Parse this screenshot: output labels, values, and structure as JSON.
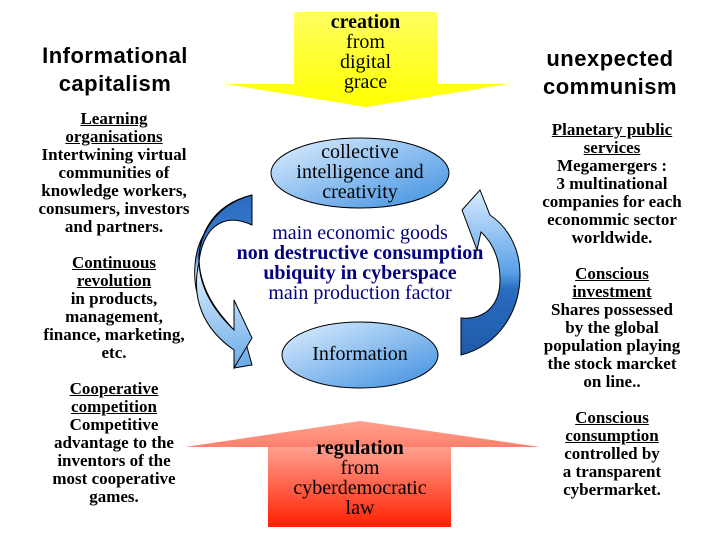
{
  "left": {
    "title": [
      "Informational",
      "capitalism"
    ],
    "blocks": [
      {
        "heading": [
          "Learning",
          "organisations"
        ],
        "body": [
          "Intertwining virtual",
          "communities of",
          "knowledge workers,",
          "consumers, investors",
          "and partners."
        ]
      },
      {
        "heading": [
          "Continuous",
          "revolution"
        ],
        "body": [
          "in products,",
          "management,",
          "finance, marketing,",
          "etc."
        ]
      },
      {
        "heading": [
          "Cooperative",
          "competition"
        ],
        "body": [
          "Competitive",
          "advantage to the",
          "inventors of the",
          "most cooperative",
          "games."
        ]
      }
    ]
  },
  "right": {
    "title": [
      "unexpected",
      "communism"
    ],
    "blocks": [
      {
        "heading": [
          "Planetary public",
          "services"
        ],
        "body": [
          "Megamergers :",
          "3 multinational",
          "companies for each",
          "econommic sector",
          "worldwide."
        ]
      },
      {
        "heading": [
          "Conscious",
          "investment"
        ],
        "body": [
          "Shares possessed",
          "by the global",
          "population playing",
          "the stock marcket",
          "on line.."
        ]
      },
      {
        "heading": [
          "Conscious",
          "consumption"
        ],
        "body": [
          "controlled by",
          "a transparent",
          "cybermarket."
        ]
      }
    ]
  },
  "top_arrow": {
    "lines": [
      "creation",
      "from",
      "digital",
      "grace"
    ]
  },
  "bottom_arrow": {
    "lines": [
      "regulation",
      "from",
      "cyberdemocratic",
      "law"
    ]
  },
  "top_ellipse": {
    "lines": [
      "collective",
      "intelligence and",
      "creativity"
    ]
  },
  "bottom_ellipse": {
    "label": "Information"
  },
  "center": {
    "lines": [
      "main economic goods",
      "non destructive consumption",
      "ubiquity in cyberspace",
      "main production factor"
    ]
  },
  "colors": {
    "yellow": "#ffff00",
    "red": "#ff3010",
    "blue": "#2f6fc0",
    "navy": "#000080"
  }
}
